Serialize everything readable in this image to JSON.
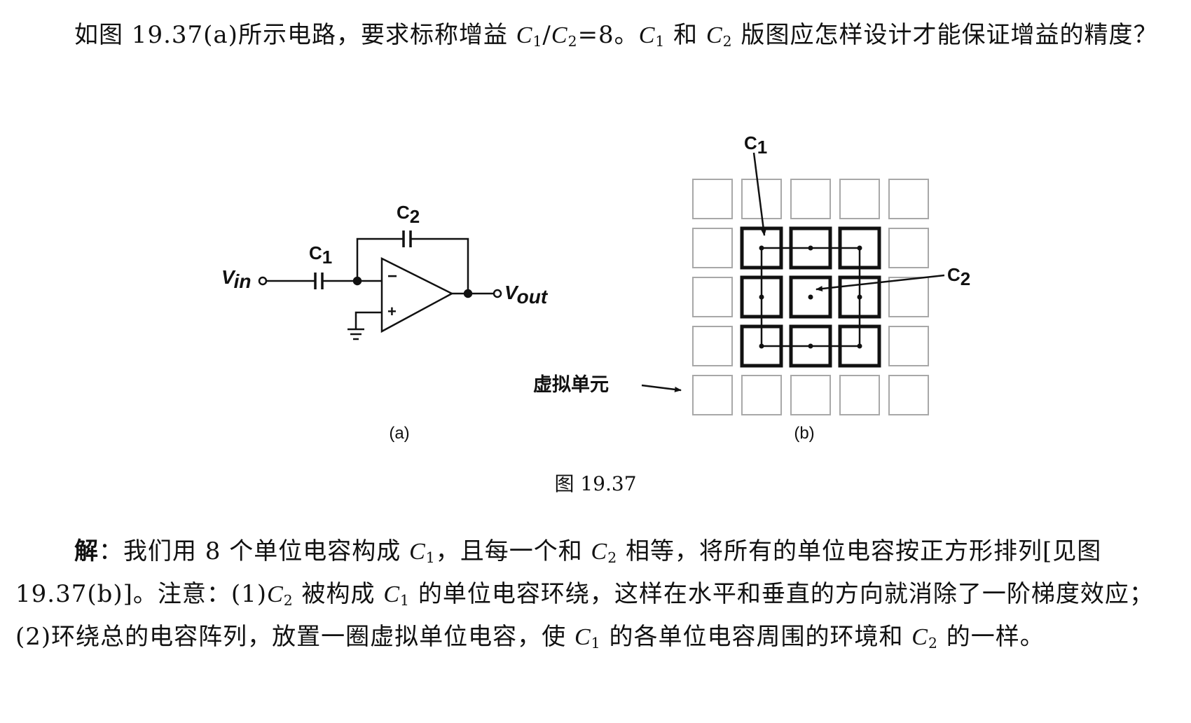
{
  "question": {
    "s1": "如图 19.37(a)所示电路，要求标称增益 ",
    "c": "C",
    "one": "1",
    "two": "2",
    "slash": "/",
    "eq8": "=8。",
    "and": " 和 ",
    "s2": " 版图应怎样设计才能保证增益的精度？"
  },
  "figure": {
    "caption": "图 19.37",
    "a": {
      "label": "(a)",
      "vin": "V",
      "vin_sub": "in",
      "vout": "V",
      "vout_sub": "out",
      "c": "C",
      "one": "1",
      "two": "2",
      "minus": "−",
      "plus": "+"
    },
    "b": {
      "label": "(b)",
      "c": "C",
      "one": "1",
      "two": "2",
      "dummy": "虚拟单元",
      "grid_size": 5,
      "c1_units": 8,
      "c2_units": 1
    }
  },
  "answer": {
    "jie": "解",
    "s1": "：我们用 8 个单位电容构成 ",
    "s2": "，且每一个和 ",
    "s3": " 相等，将所有的单位电容按正方形排列[见图 19.37(b)]。注意：(1)",
    "s4": " 被构成 ",
    "s5": " 的单位电容环绕，这样在水平和垂直的方向就消除了一阶梯度效应；(2)环绕总的电容阵列，放置一圈虚拟单位电容，使 ",
    "s6": " 的各单位电容周围的环境和 ",
    "s7": " 的一样。",
    "c": "C",
    "one": "1",
    "two": "2"
  }
}
